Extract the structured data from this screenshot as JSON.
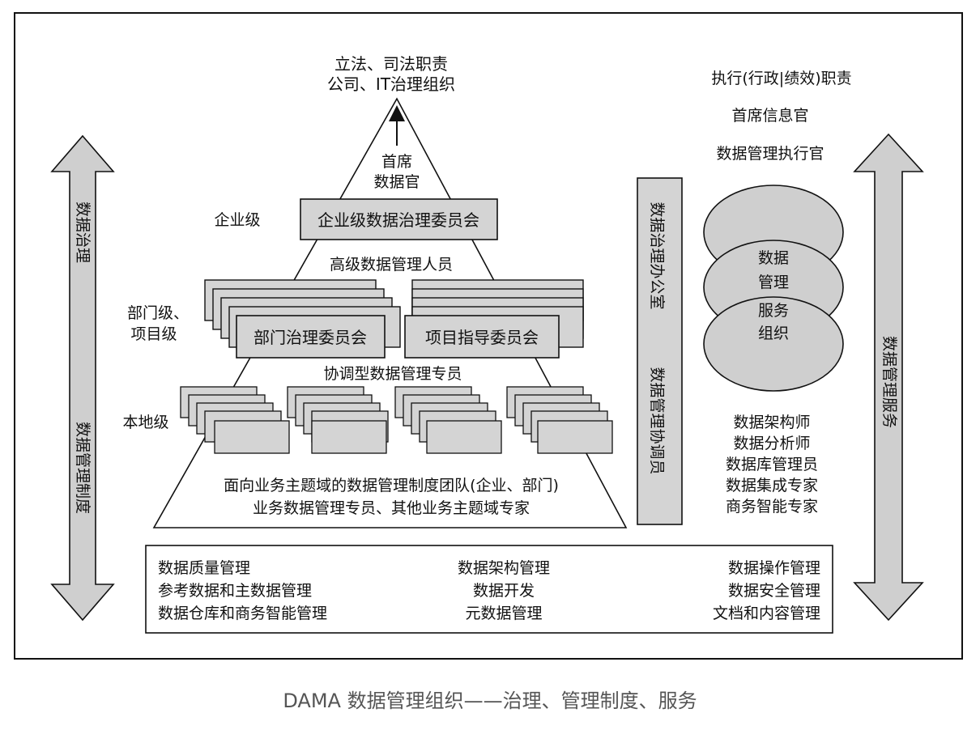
{
  "top": {
    "line1": "立法、司法职责",
    "line2": "公司、IT治理组织"
  },
  "pyramid": {
    "cdo_line1": "首席",
    "cdo_line2": "数据官",
    "enterprise_level": "企业级",
    "enterprise_council": "企业级数据治理委员会",
    "senior_stewards": "高级数据管理人员",
    "division_level_line1": "部门级、",
    "division_level_line2": "项目级",
    "division_council": "部门治理委员会",
    "project_committee": "项目指导委员会",
    "coordinating_stewards": "协调型数据管理专员",
    "local_level": "本地级",
    "teams_line1": "面向业务主题域的数据管理制度团队(企业、部门)",
    "teams_line2": "业务数据管理专员、其他业务主题域专家"
  },
  "left_arrow": {
    "top_label": "数据治理",
    "bottom_label": "数据管理制度"
  },
  "office": {
    "label1": "数据治理办公室",
    "label2": "数据管理协调员"
  },
  "executive": {
    "title": "执行(行政|绩效)职责",
    "cio": "首席信息官",
    "cdmo": "数据管理执行官"
  },
  "service_org": {
    "line1": "数据",
    "line2": "管理",
    "line3": "服务",
    "line4": "组织"
  },
  "roles": [
    "数据架构师",
    "数据分析师",
    "数据库管理员",
    "数据集成专家",
    "商务智能专家"
  ],
  "right_arrow": {
    "label": "数据管理服务"
  },
  "functions": {
    "col1": [
      "数据质量管理",
      "参考数据和主数据管理",
      "数据仓库和商务智能管理"
    ],
    "col2": [
      "数据架构管理",
      "数据开发",
      "元数据管理"
    ],
    "col3": [
      "数据操作管理",
      "数据安全管理",
      "文档和内容管理"
    ]
  },
  "caption": "DAMA 数据管理组织——治理、管理制度、服务",
  "colors": {
    "box_fill": "#d4d4d4",
    "ellipse_fill": "#cfcfcf",
    "line": "#111111",
    "caption": "#555555"
  }
}
